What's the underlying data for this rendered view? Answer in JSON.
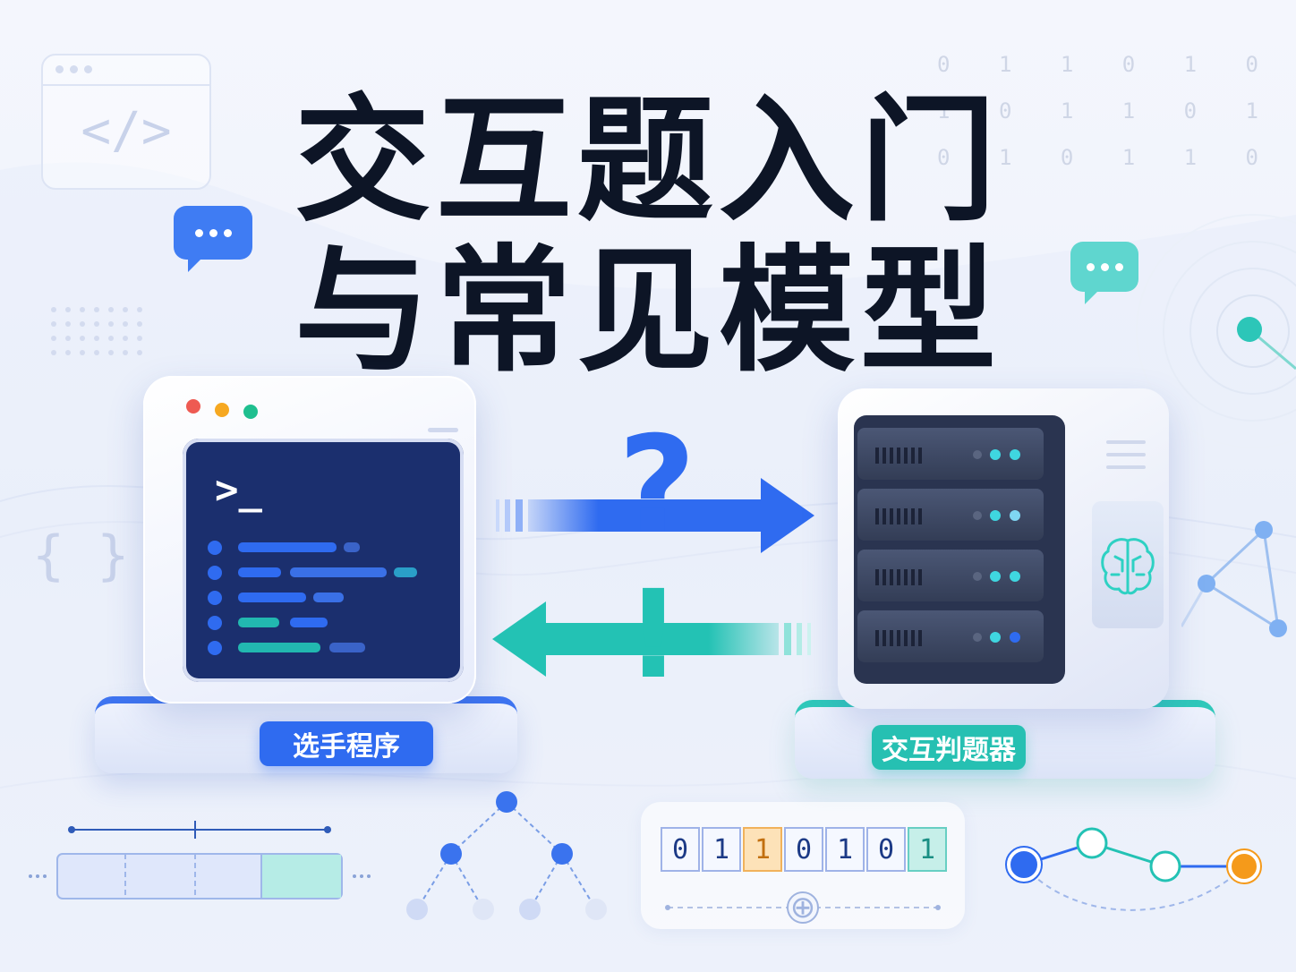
{
  "title": {
    "line1": "交互题入门",
    "line2": "与常见模型"
  },
  "labels": {
    "contestant": "选手程序",
    "judge": "交互判题器"
  },
  "symbols": {
    "query": "?",
    "answer": "!",
    "code_tag": "</>",
    "braces": "{ }",
    "prompt": ">_",
    "xor": "⊕"
  },
  "binary_rows": [
    "0 1 1 0 1 0",
    "1 0 1 1 0 1",
    "0 1 0 1 1 0"
  ],
  "bit_array": [
    "0",
    "1",
    "1",
    "0",
    "1",
    "0",
    "1"
  ],
  "colors": {
    "title": "#0d1526",
    "blue": "#2f6bf0",
    "teal": "#23c2b4",
    "orange": "#f59a1a",
    "dark_screen": "#1b2f6e"
  },
  "icons": [
    "code-window-icon",
    "chat-bubble-icon",
    "brain-icon",
    "radar-icon",
    "network-graph-icon",
    "binary-tree-icon"
  ]
}
